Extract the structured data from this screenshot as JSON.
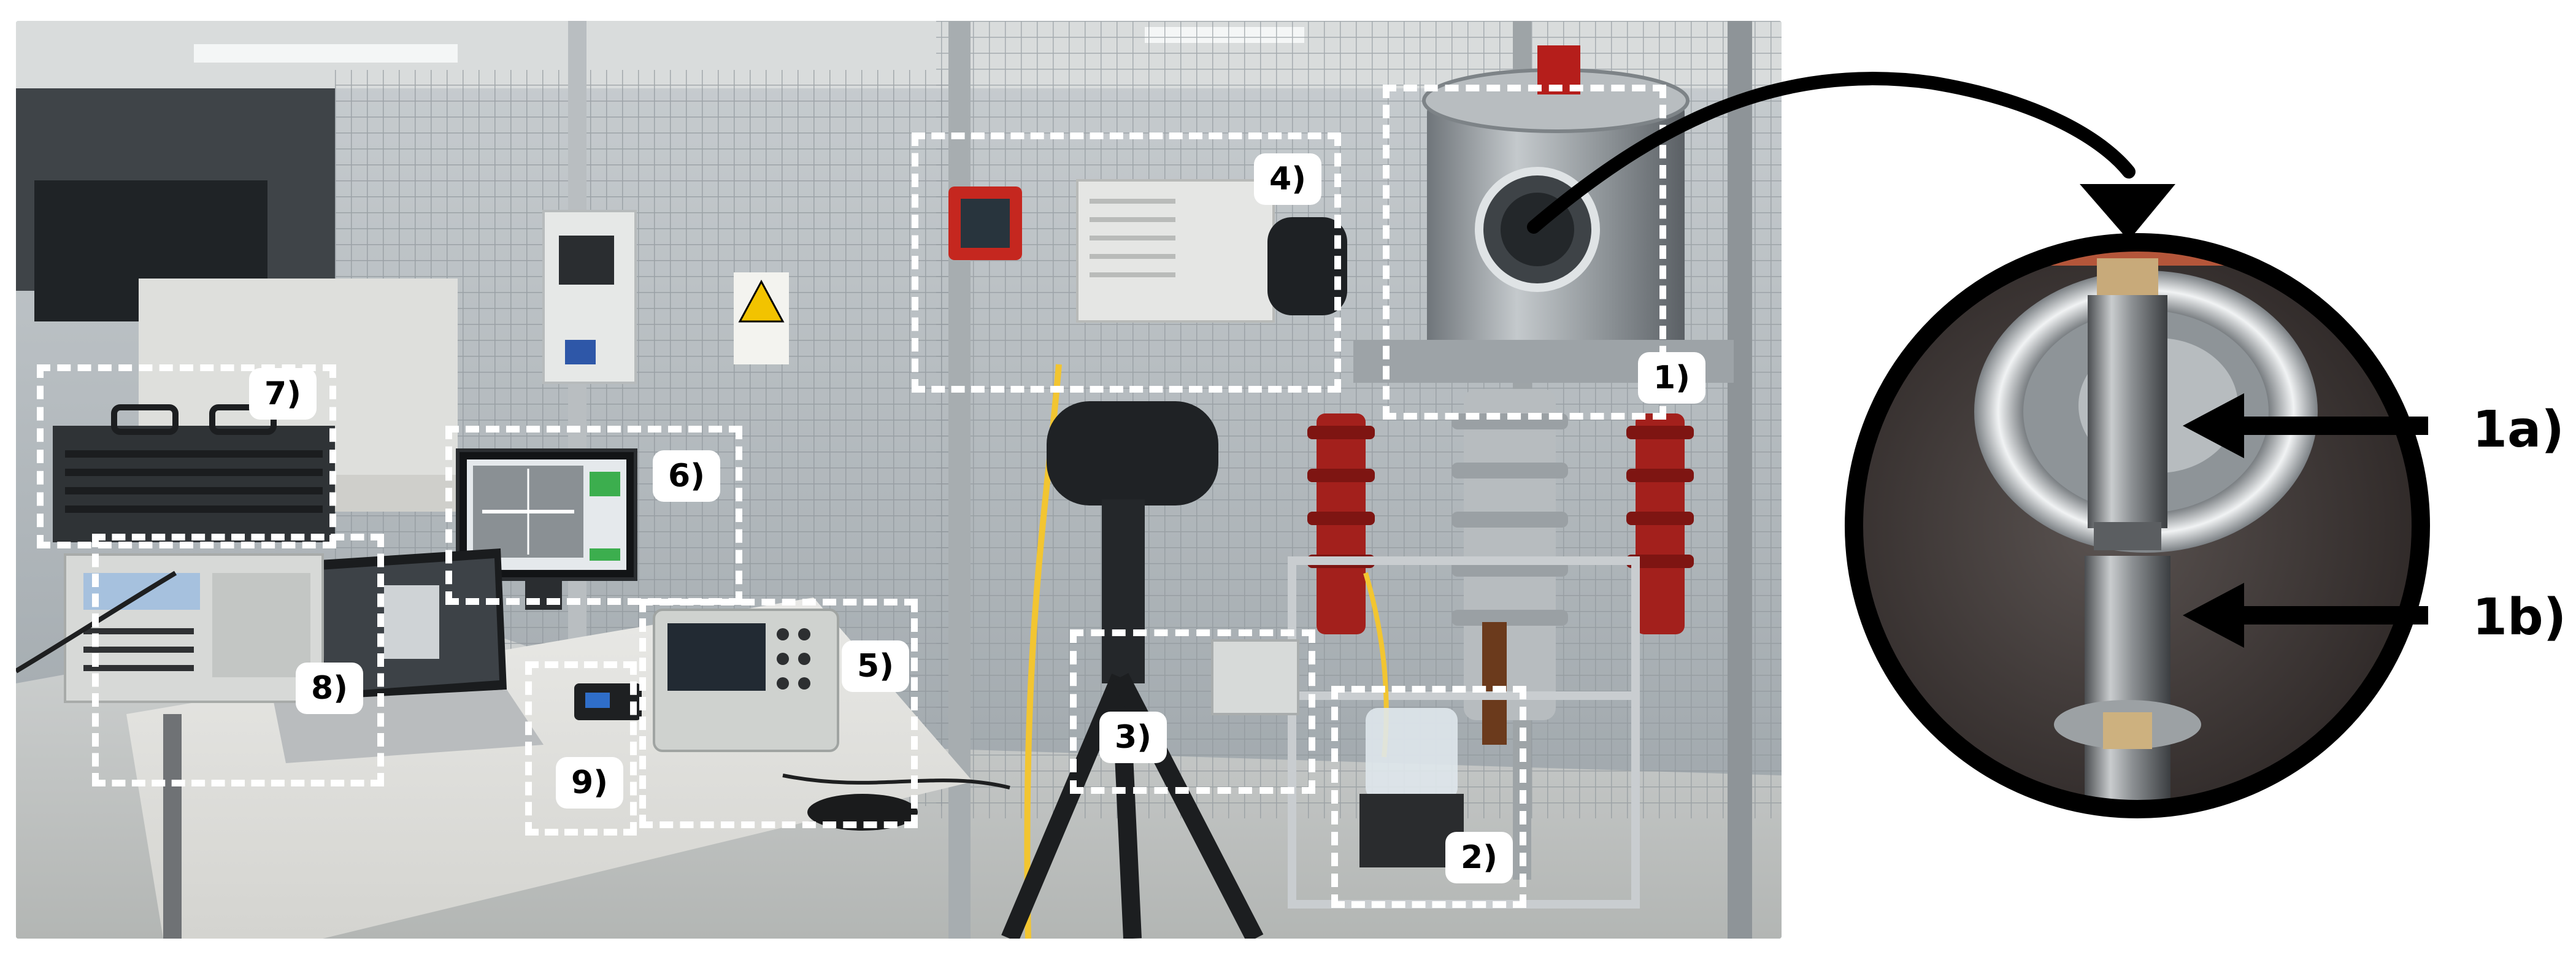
{
  "labels": {
    "l1": "1)",
    "l2": "2)",
    "l3": "3)",
    "l4": "4)",
    "l5": "5)",
    "l6": "6)",
    "l7": "7)",
    "l8": "8)",
    "l9": "9)"
  },
  "detail_labels": {
    "l1a": "1a)",
    "l1b": "1b)"
  },
  "colors": {
    "box_outline": "#ffffff",
    "arrow": "#000000",
    "insulator": "#a3201c",
    "detail_frame": "#000000"
  }
}
